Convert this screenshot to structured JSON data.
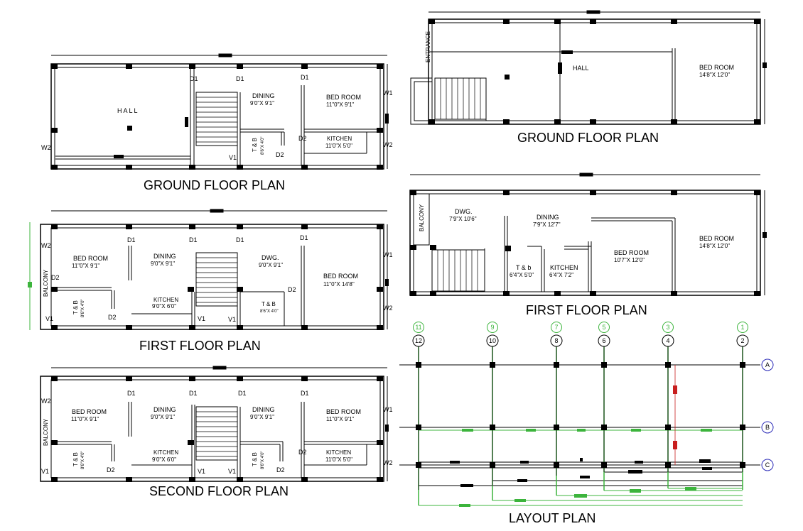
{
  "titles": {
    "left_ground": "GROUND FLOOR PLAN",
    "left_first": "FIRST FLOOR PLAN",
    "left_second": "SECOND FLOOR PLAN",
    "right_ground": "GROUND FLOOR PLAN",
    "right_first": "FIRST FLOOR PLAN",
    "layout": "LAYOUT PLAN"
  },
  "rooms": {
    "hall": "HALL",
    "dining": "DINING",
    "bed_room": "BED ROOM",
    "kitchen": "KITCHEN",
    "t_and_b": "T & B",
    "t_and_b_lower": "T & b",
    "dwg": "DWG.",
    "balcony": "BALCONY",
    "entrance": "ENTRANCE"
  },
  "dims": {
    "d_9_0x9_1": "9'0\"X 9'1\"",
    "d_11_0x9_1": "11\"0\"X 9'1\"",
    "d_11_0x9_1b": "11\"0\"X 9'1\"",
    "d_11_0x5_0": "11'0\"X 5'0\"",
    "d_9_0x6_0": "9'0\"X 6'0\"",
    "d_11_0x14_8": "11\"0\"X 14'8\"",
    "d_8_6x4_0": "8'6\"X 4'0\"",
    "d_14_8x12_0": "14'8\"X 12'0\"",
    "d_7_9x10_6": "7'9\"X 10'6\"",
    "d_7_9x12_7": "7'9\"X 12'7\"",
    "d_10_7x12_0": "10'7\"X 12'0\"",
    "d_6_4x5_0": "6'4\"X 5'0\"",
    "d_6_4x7_2": "6'4\"X 7'2\""
  },
  "tags": {
    "d1": "D1",
    "d2": "D2",
    "v1": "V1",
    "w1": "W1",
    "w2": "W2"
  },
  "grid": {
    "top_green": [
      "11",
      "9",
      "7",
      "5",
      "3",
      "1"
    ],
    "top_black": [
      "12",
      "10",
      "8",
      "6",
      "4",
      "2"
    ],
    "rows": [
      "A",
      "B",
      "C"
    ]
  },
  "colors": {
    "line": "#000000",
    "grid_green": "#3cb43c",
    "grid_blue": "#2b2bb8",
    "marker_red": "#c81e1e"
  }
}
